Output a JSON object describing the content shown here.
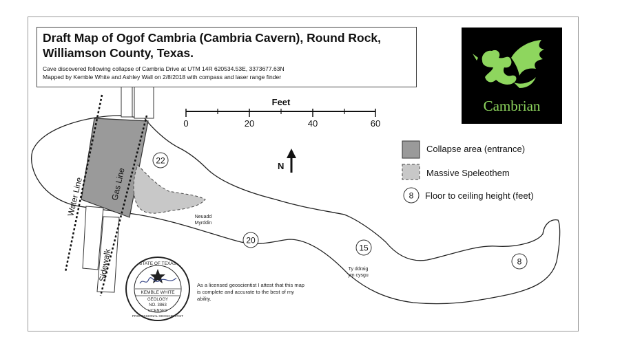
{
  "title": {
    "line1": "Draft Map of Ogof Cambria (Cambria Cavern), Round Rock,",
    "line2": "Williamson County, Texas.",
    "sub1": "Cave discovered following collapse of Cambria Drive at UTM 14R 620534.53E, 3373677.63N",
    "sub2": "Mapped by Kemble White and Ashley Wall on 2/8/2018 with compass and laser range finder"
  },
  "logo": {
    "text": "Cambrian"
  },
  "scale": {
    "title": "Feet",
    "ticks": [
      "0",
      "20",
      "40",
      "60"
    ]
  },
  "north": "N",
  "legend": {
    "collapse": "Collapse area (entrance)",
    "speleothem": "Massive Speleothem",
    "height_sample": "8",
    "height_label": "Floor to ceiling height (feet)"
  },
  "heights": [
    "22",
    "20",
    "15",
    "8"
  ],
  "labels": {
    "water_line": "Water Line",
    "gas_line": "Gas Line",
    "sidewalk": "Sidewalk",
    "room1_line1": "Neuadd",
    "room1_line2": "Myrddin",
    "room2_line1": "Ty ddraig",
    "room2_line2": "ym cysgu"
  },
  "seal": {
    "top": "STATE OF TEXAS",
    "name": "KEMBLE WHITE",
    "field": "GEOLOGY",
    "number": "NO. 3863",
    "licensed": "LICENSED",
    "bottom": "PROFESSIONAL GEOSCIENTIST"
  },
  "attestation": "As a licensed geoscientist I attest that this map is complete and accurate to the best of my ability.",
  "colors": {
    "collapse_fill": "#9a9a9a",
    "speleothem_fill": "#c8c8c8",
    "logo_bg": "#000000",
    "logo_green": "#8ed65e"
  }
}
